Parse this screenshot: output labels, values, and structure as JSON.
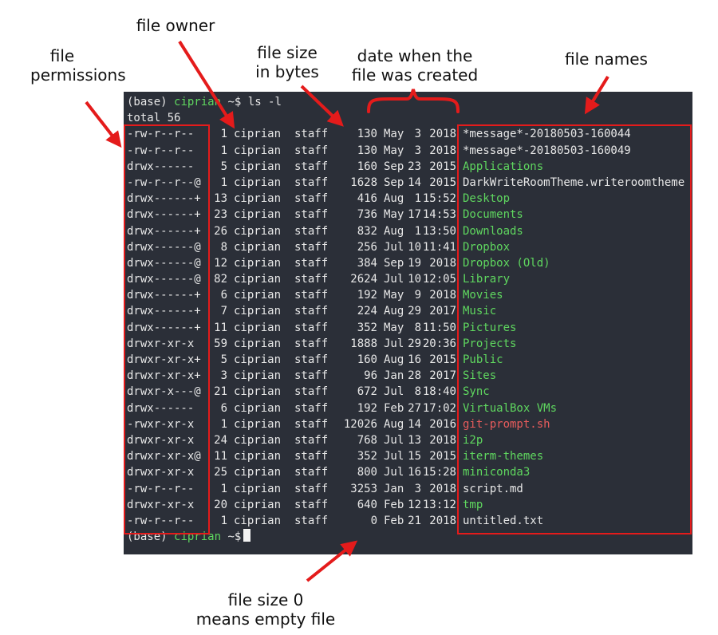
{
  "annotations": {
    "file_permissions": [
      "file",
      "permissions"
    ],
    "file_owner": "file owner",
    "file_size": [
      "file size",
      "in bytes"
    ],
    "date_created": [
      "date when the",
      "file was created"
    ],
    "file_names": "file names",
    "file_size_zero": [
      "file size 0",
      "means empty file"
    ]
  },
  "colors": {
    "annotation": "#e41b1b",
    "terminal_bg": "#2b2f38",
    "text": "#e8e8e8",
    "prompt_user": "#5fd75f",
    "directory": "#5fd75f",
    "executable": "#e85c5c"
  },
  "terminal": {
    "prompt": {
      "env": "(base)",
      "user": "ciprian",
      "symbol": "~$"
    },
    "command": "ls -l",
    "total": "total 56",
    "entries": [
      {
        "perm": "-rw-r--r--",
        "links": "1",
        "owner": "ciprian",
        "group": "staff",
        "size": "130",
        "month": "May",
        "day": "3",
        "time": "2018",
        "name": "*message*-20180503-160044",
        "kind": "file"
      },
      {
        "perm": "-rw-r--r--",
        "links": "1",
        "owner": "ciprian",
        "group": "staff",
        "size": "130",
        "month": "May",
        "day": "3",
        "time": "2018",
        "name": "*message*-20180503-160049",
        "kind": "file"
      },
      {
        "perm": "drwx------",
        "links": "5",
        "owner": "ciprian",
        "group": "staff",
        "size": "160",
        "month": "Sep",
        "day": "23",
        "time": "2015",
        "name": "Applications",
        "kind": "dir"
      },
      {
        "perm": "-rw-r--r--@",
        "links": "1",
        "owner": "ciprian",
        "group": "staff",
        "size": "1628",
        "month": "Sep",
        "day": "14",
        "time": "2015",
        "name": "DarkWriteRoomTheme.writeroomtheme",
        "kind": "file"
      },
      {
        "perm": "drwx------+",
        "links": "13",
        "owner": "ciprian",
        "group": "staff",
        "size": "416",
        "month": "Aug",
        "day": "1",
        "time": "15:52",
        "name": "Desktop",
        "kind": "dir"
      },
      {
        "perm": "drwx------+",
        "links": "23",
        "owner": "ciprian",
        "group": "staff",
        "size": "736",
        "month": "May",
        "day": "17",
        "time": "14:53",
        "name": "Documents",
        "kind": "dir"
      },
      {
        "perm": "drwx------+",
        "links": "26",
        "owner": "ciprian",
        "group": "staff",
        "size": "832",
        "month": "Aug",
        "day": "1",
        "time": "13:50",
        "name": "Downloads",
        "kind": "dir"
      },
      {
        "perm": "drwx------@",
        "links": "8",
        "owner": "ciprian",
        "group": "staff",
        "size": "256",
        "month": "Jul",
        "day": "10",
        "time": "11:41",
        "name": "Dropbox",
        "kind": "dir"
      },
      {
        "perm": "drwx------@",
        "links": "12",
        "owner": "ciprian",
        "group": "staff",
        "size": "384",
        "month": "Sep",
        "day": "19",
        "time": "2018",
        "name": "Dropbox (Old)",
        "kind": "dir"
      },
      {
        "perm": "drwx------@",
        "links": "82",
        "owner": "ciprian",
        "group": "staff",
        "size": "2624",
        "month": "Jul",
        "day": "10",
        "time": "12:05",
        "name": "Library",
        "kind": "dir"
      },
      {
        "perm": "drwx------+",
        "links": "6",
        "owner": "ciprian",
        "group": "staff",
        "size": "192",
        "month": "May",
        "day": "9",
        "time": "2018",
        "name": "Movies",
        "kind": "dir"
      },
      {
        "perm": "drwx------+",
        "links": "7",
        "owner": "ciprian",
        "group": "staff",
        "size": "224",
        "month": "Aug",
        "day": "29",
        "time": "2017",
        "name": "Music",
        "kind": "dir"
      },
      {
        "perm": "drwx------+",
        "links": "11",
        "owner": "ciprian",
        "group": "staff",
        "size": "352",
        "month": "May",
        "day": "8",
        "time": "11:50",
        "name": "Pictures",
        "kind": "dir"
      },
      {
        "perm": "drwxr-xr-x",
        "links": "59",
        "owner": "ciprian",
        "group": "staff",
        "size": "1888",
        "month": "Jul",
        "day": "29",
        "time": "20:36",
        "name": "Projects",
        "kind": "dir"
      },
      {
        "perm": "drwxr-xr-x+",
        "links": "5",
        "owner": "ciprian",
        "group": "staff",
        "size": "160",
        "month": "Aug",
        "day": "16",
        "time": "2015",
        "name": "Public",
        "kind": "dir"
      },
      {
        "perm": "drwxr-xr-x+",
        "links": "3",
        "owner": "ciprian",
        "group": "staff",
        "size": "96",
        "month": "Jan",
        "day": "28",
        "time": "2017",
        "name": "Sites",
        "kind": "dir"
      },
      {
        "perm": "drwxr-x---@",
        "links": "21",
        "owner": "ciprian",
        "group": "staff",
        "size": "672",
        "month": "Jul",
        "day": "8",
        "time": "18:40",
        "name": "Sync",
        "kind": "dir"
      },
      {
        "perm": "drwx------",
        "links": "6",
        "owner": "ciprian",
        "group": "staff",
        "size": "192",
        "month": "Feb",
        "day": "27",
        "time": "17:02",
        "name": "VirtualBox VMs",
        "kind": "dir"
      },
      {
        "perm": "-rwxr-xr-x",
        "links": "1",
        "owner": "ciprian",
        "group": "staff",
        "size": "12026",
        "month": "Aug",
        "day": "14",
        "time": "2016",
        "name": "git-prompt.sh",
        "kind": "exec"
      },
      {
        "perm": "drwxr-xr-x",
        "links": "24",
        "owner": "ciprian",
        "group": "staff",
        "size": "768",
        "month": "Jul",
        "day": "13",
        "time": "2018",
        "name": "i2p",
        "kind": "dir"
      },
      {
        "perm": "drwxr-xr-x@",
        "links": "11",
        "owner": "ciprian",
        "group": "staff",
        "size": "352",
        "month": "Jul",
        "day": "15",
        "time": "2015",
        "name": "iterm-themes",
        "kind": "dir"
      },
      {
        "perm": "drwxr-xr-x",
        "links": "25",
        "owner": "ciprian",
        "group": "staff",
        "size": "800",
        "month": "Jul",
        "day": "16",
        "time": "15:28",
        "name": "miniconda3",
        "kind": "dir"
      },
      {
        "perm": "-rw-r--r--",
        "links": "1",
        "owner": "ciprian",
        "group": "staff",
        "size": "3253",
        "month": "Jan",
        "day": "3",
        "time": "2018",
        "name": "script.md",
        "kind": "file"
      },
      {
        "perm": "drwxr-xr-x",
        "links": "20",
        "owner": "ciprian",
        "group": "staff",
        "size": "640",
        "month": "Feb",
        "day": "12",
        "time": "13:12",
        "name": "tmp",
        "kind": "dir"
      },
      {
        "perm": "-rw-r--r--",
        "links": "1",
        "owner": "ciprian",
        "group": "staff",
        "size": "0",
        "month": "Feb",
        "day": "21",
        "time": "2018",
        "name": "untitled.txt",
        "kind": "file"
      }
    ]
  }
}
